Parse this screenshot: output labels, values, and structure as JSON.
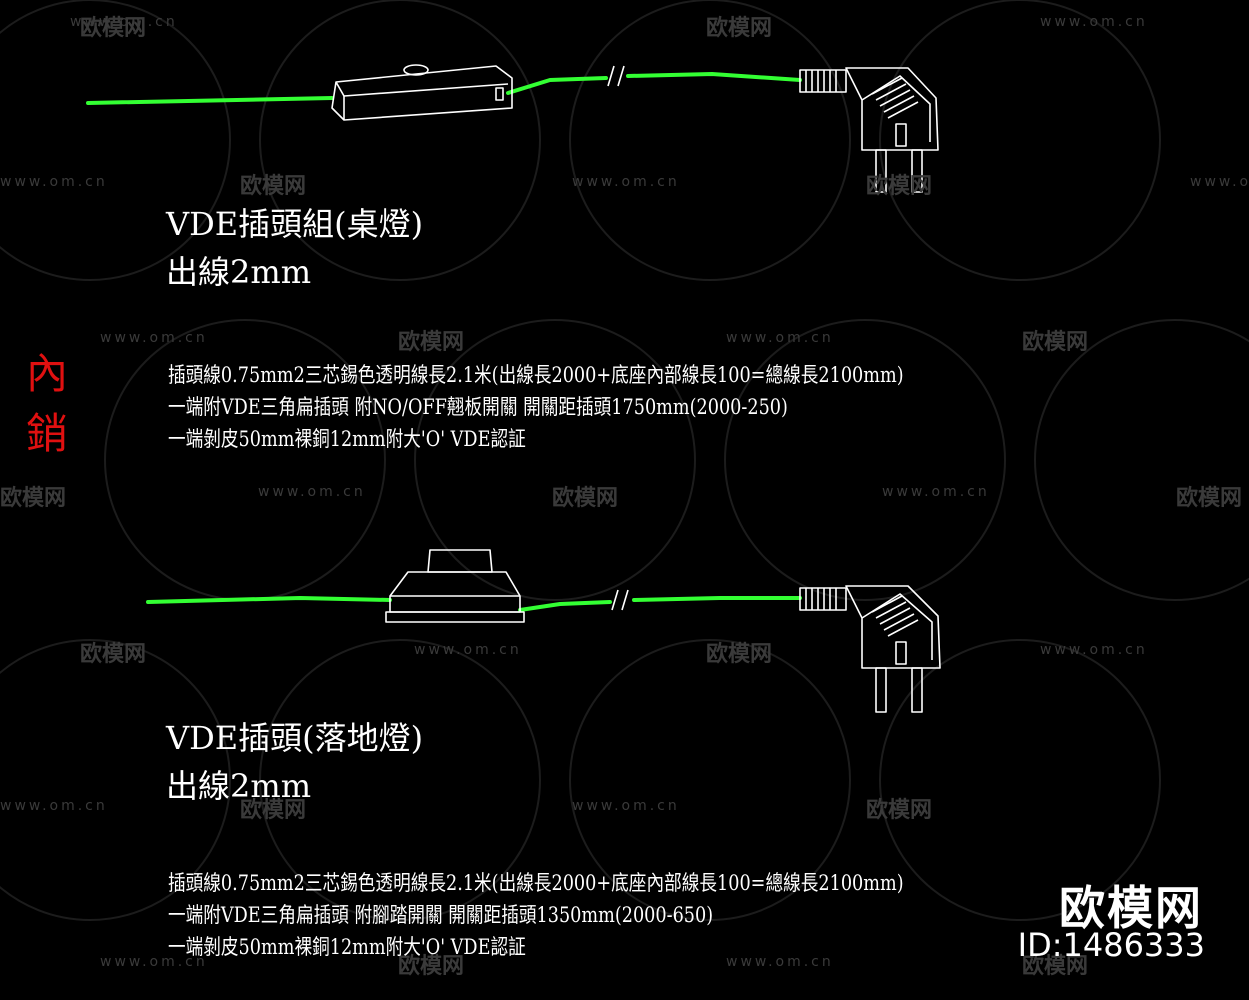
{
  "watermark": {
    "url": "www.om.cn",
    "logo": "欧模网"
  },
  "side_label": {
    "chars": [
      "內",
      "銷"
    ],
    "color": "#e01010"
  },
  "sections": [
    {
      "title": "VDE插頭組(桌燈)",
      "subtitle": "出線2mm",
      "specs": [
        "插頭線0.75mm2三芯錫色透明線長2.1米(出線長2000+底座內部線長100=總線長2100mm)",
        "一端附VDE三角扁插頭 附NO/OFF翹板開關 開關距插頭1750mm(2000-250)",
        "一端剝皮50mm裸銅12mm附大'O'  VDE認証"
      ]
    },
    {
      "title": "VDE插頭(落地燈)",
      "subtitle": "出線2mm",
      "specs": [
        "插頭線0.75mm2三芯錫色透明線長2.1米(出線長2000+底座內部線長100=總線長2100mm)",
        "一端附VDE三角扁插頭 附腳踏開關 開關距插頭1350mm(2000-650)",
        "一端剝皮50mm裸銅12mm附大'O'  VDE認証"
      ]
    }
  ],
  "brand": {
    "logo": "欧模网",
    "id": "ID:1486333"
  },
  "colors": {
    "background": "#000000",
    "cable": "#33ff33",
    "outline": "#ffffff",
    "accent_red": "#e01010"
  }
}
